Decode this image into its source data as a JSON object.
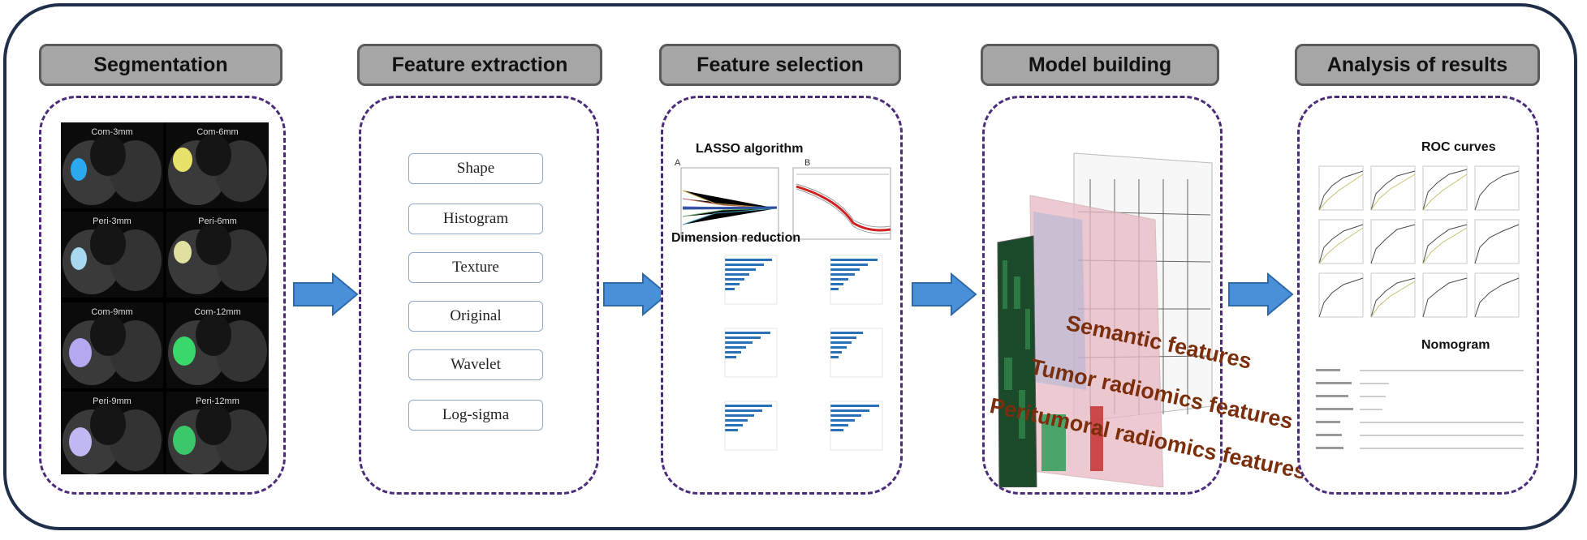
{
  "stages": [
    {
      "title": "Segmentation"
    },
    {
      "title": "Feature extraction"
    },
    {
      "title": "Feature selection"
    },
    {
      "title": "Model building"
    },
    {
      "title": "Analysis of results"
    }
  ],
  "segmentation": {
    "labels": [
      "Com-3mm",
      "Com-6mm",
      "Peri-3mm",
      "Peri-6mm",
      "Com-9mm",
      "Com-12mm",
      "Peri-9mm",
      "Peri-12mm"
    ],
    "overlay_colors": [
      "#2aa8f0",
      "#e8e26a",
      "#a8d8f0",
      "#e0e0a0",
      "#b5a8f0",
      "#3ad86a",
      "#c0b8f0",
      "#3ac86a"
    ]
  },
  "feature_extraction": {
    "items": [
      "Shape",
      "Histogram",
      "Texture",
      "Original",
      "Wavelet",
      "Log-sigma"
    ]
  },
  "feature_selection": {
    "lasso_title": "LASSO algorithm",
    "panel_a": "A",
    "panel_b": "B",
    "dimension_title": "Dimension reduction"
  },
  "model_building": {
    "layers": [
      "Semantic features",
      "Tumor radiomics features",
      "Peritumoral radiomics features"
    ]
  },
  "analysis": {
    "roc_title": "ROC curves",
    "nomogram_title": "Nomogram"
  },
  "colors": {
    "frame": "#1f2f4a",
    "stage_fill": "#a6a6a6",
    "panel_border": "#4b2c7a",
    "arrow": "#4a90d9",
    "model_text": "#7a2e0b"
  }
}
